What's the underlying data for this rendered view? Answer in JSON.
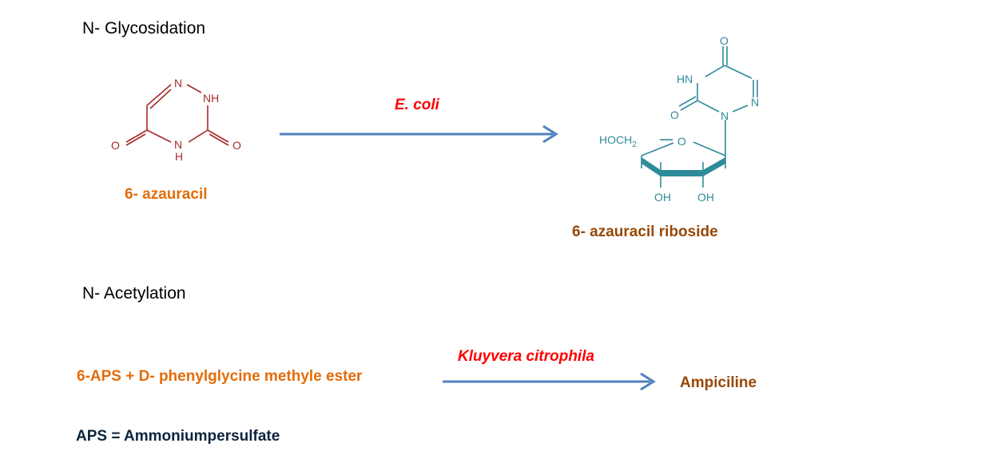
{
  "sections": {
    "glycosidation": {
      "title": "N- Glycosidation",
      "substrate": {
        "name": "6- azauracil",
        "atoms": {
          "n1": "N",
          "nh": "NH",
          "n_bottom": "N",
          "h_bottom": "H",
          "o_left": "O",
          "o_right": "O"
        },
        "color": "#a52a2a"
      },
      "organism": "E. coli",
      "product": {
        "name": "6- azauracil riboside",
        "atoms": {
          "o_top": "O",
          "hn": "HN",
          "n_right": "N",
          "n_ring": "N",
          "o_left": "O",
          "hoch2": "HOCH",
          "hoch2_sub": "2",
          "o_ring": "O",
          "oh1": "OH",
          "oh2": "OH"
        },
        "color": "#2e8b9a"
      }
    },
    "acetylation": {
      "title": "N- Acetylation",
      "reactants": "6-APS  +  D- phenylglycine methyle ester",
      "organism": "Kluyvera citrophila",
      "product": "Ampiciline"
    }
  },
  "footnote": "APS = Ammoniumpersulfate",
  "colors": {
    "arrow": "#4f81bd",
    "orange": "#e36c09",
    "brown": "#984806",
    "red": "#ff0000",
    "navy": "#0f243e"
  }
}
